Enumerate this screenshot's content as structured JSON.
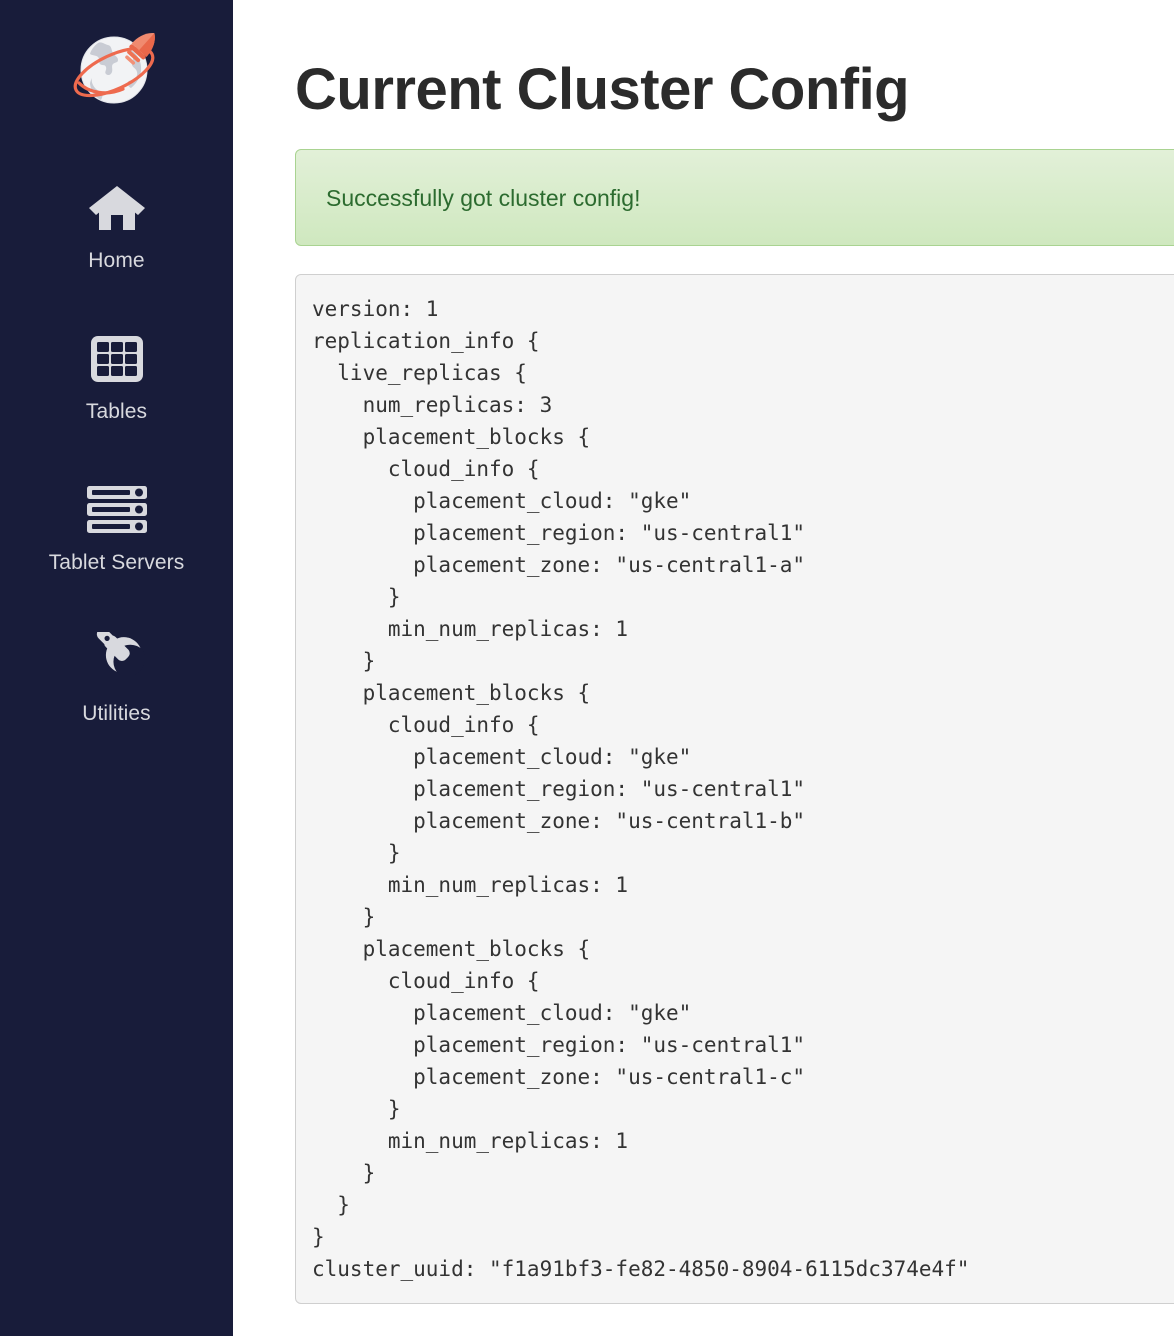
{
  "sidebar": {
    "brand": {
      "name": "yugabytedb-logo",
      "alt": "YugabyteDB rocket globe logo"
    },
    "items": [
      {
        "icon": "home-icon",
        "label": "Home"
      },
      {
        "icon": "tables-grid-icon",
        "label": "Tables"
      },
      {
        "icon": "server-rack-icon",
        "label": "Tablet Servers"
      },
      {
        "icon": "wrench-icon",
        "label": "Utilities"
      }
    ]
  },
  "main": {
    "title": "Current Cluster Config",
    "alert": {
      "type": "success",
      "message": "Successfully got cluster config!"
    },
    "cluster_config": "version: 1\nreplication_info {\n  live_replicas {\n    num_replicas: 3\n    placement_blocks {\n      cloud_info {\n        placement_cloud: \"gke\"\n        placement_region: \"us-central1\"\n        placement_zone: \"us-central1-a\"\n      }\n      min_num_replicas: 1\n    }\n    placement_blocks {\n      cloud_info {\n        placement_cloud: \"gke\"\n        placement_region: \"us-central1\"\n        placement_zone: \"us-central1-b\"\n      }\n      min_num_replicas: 1\n    }\n    placement_blocks {\n      cloud_info {\n        placement_cloud: \"gke\"\n        placement_region: \"us-central1\"\n        placement_zone: \"us-central1-c\"\n      }\n      min_num_replicas: 1\n    }\n  }\n}\ncluster_uuid: \"f1a91bf3-fe82-4850-8904-6115dc374e4f\""
  },
  "colors": {
    "sidebar_background": "#181c3a",
    "sidebar_text": "#d8d9de",
    "title_text": "#2b2b2b",
    "alert_background_top": "#e2f0d8",
    "alert_background_bottom": "#cfe8bf",
    "alert_border": "#a9d391",
    "alert_text": "#2c6b2f",
    "code_background": "#f5f5f5",
    "code_border": "#cfcfcf",
    "code_text": "#333333",
    "logo_accent": "#ee6a4e"
  }
}
